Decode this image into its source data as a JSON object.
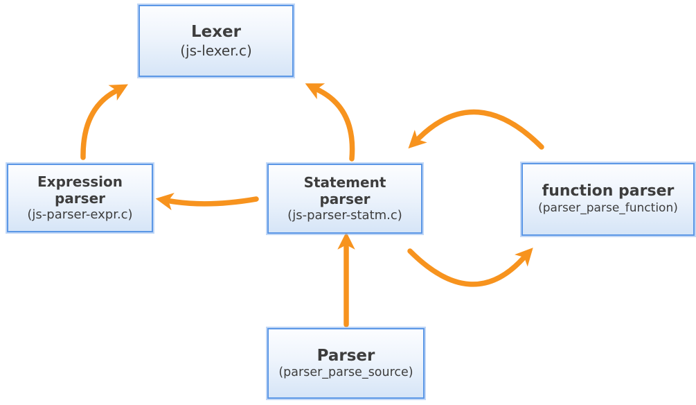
{
  "colors": {
    "box_border": "#5b97e6",
    "box_fill_top": "#fcfdff",
    "box_fill_bottom": "#d6e5f7",
    "arrow": "#f7931e",
    "text": "#3d3d3d",
    "background": "#ffffff"
  },
  "nodes": {
    "lexer": {
      "title": "Lexer",
      "subtitle": "(js-lexer.c)"
    },
    "expression_parser": {
      "title": "Expression parser",
      "subtitle": "(js-parser-expr.c)"
    },
    "statement_parser": {
      "title": "Statement parser",
      "subtitle": "(js-parser-statm.c)"
    },
    "function_parser": {
      "title": "function parser",
      "subtitle": "(parser_parse_function)"
    },
    "parser": {
      "title": "Parser",
      "subtitle": "(parser_parse_source)"
    }
  },
  "edges": [
    {
      "from": "expression_parser",
      "to": "lexer"
    },
    {
      "from": "statement_parser",
      "to": "lexer"
    },
    {
      "from": "statement_parser",
      "to": "expression_parser"
    },
    {
      "from": "function_parser",
      "to": "statement_parser"
    },
    {
      "from": "statement_parser",
      "to": "function_parser"
    },
    {
      "from": "parser",
      "to": "statement_parser"
    }
  ]
}
